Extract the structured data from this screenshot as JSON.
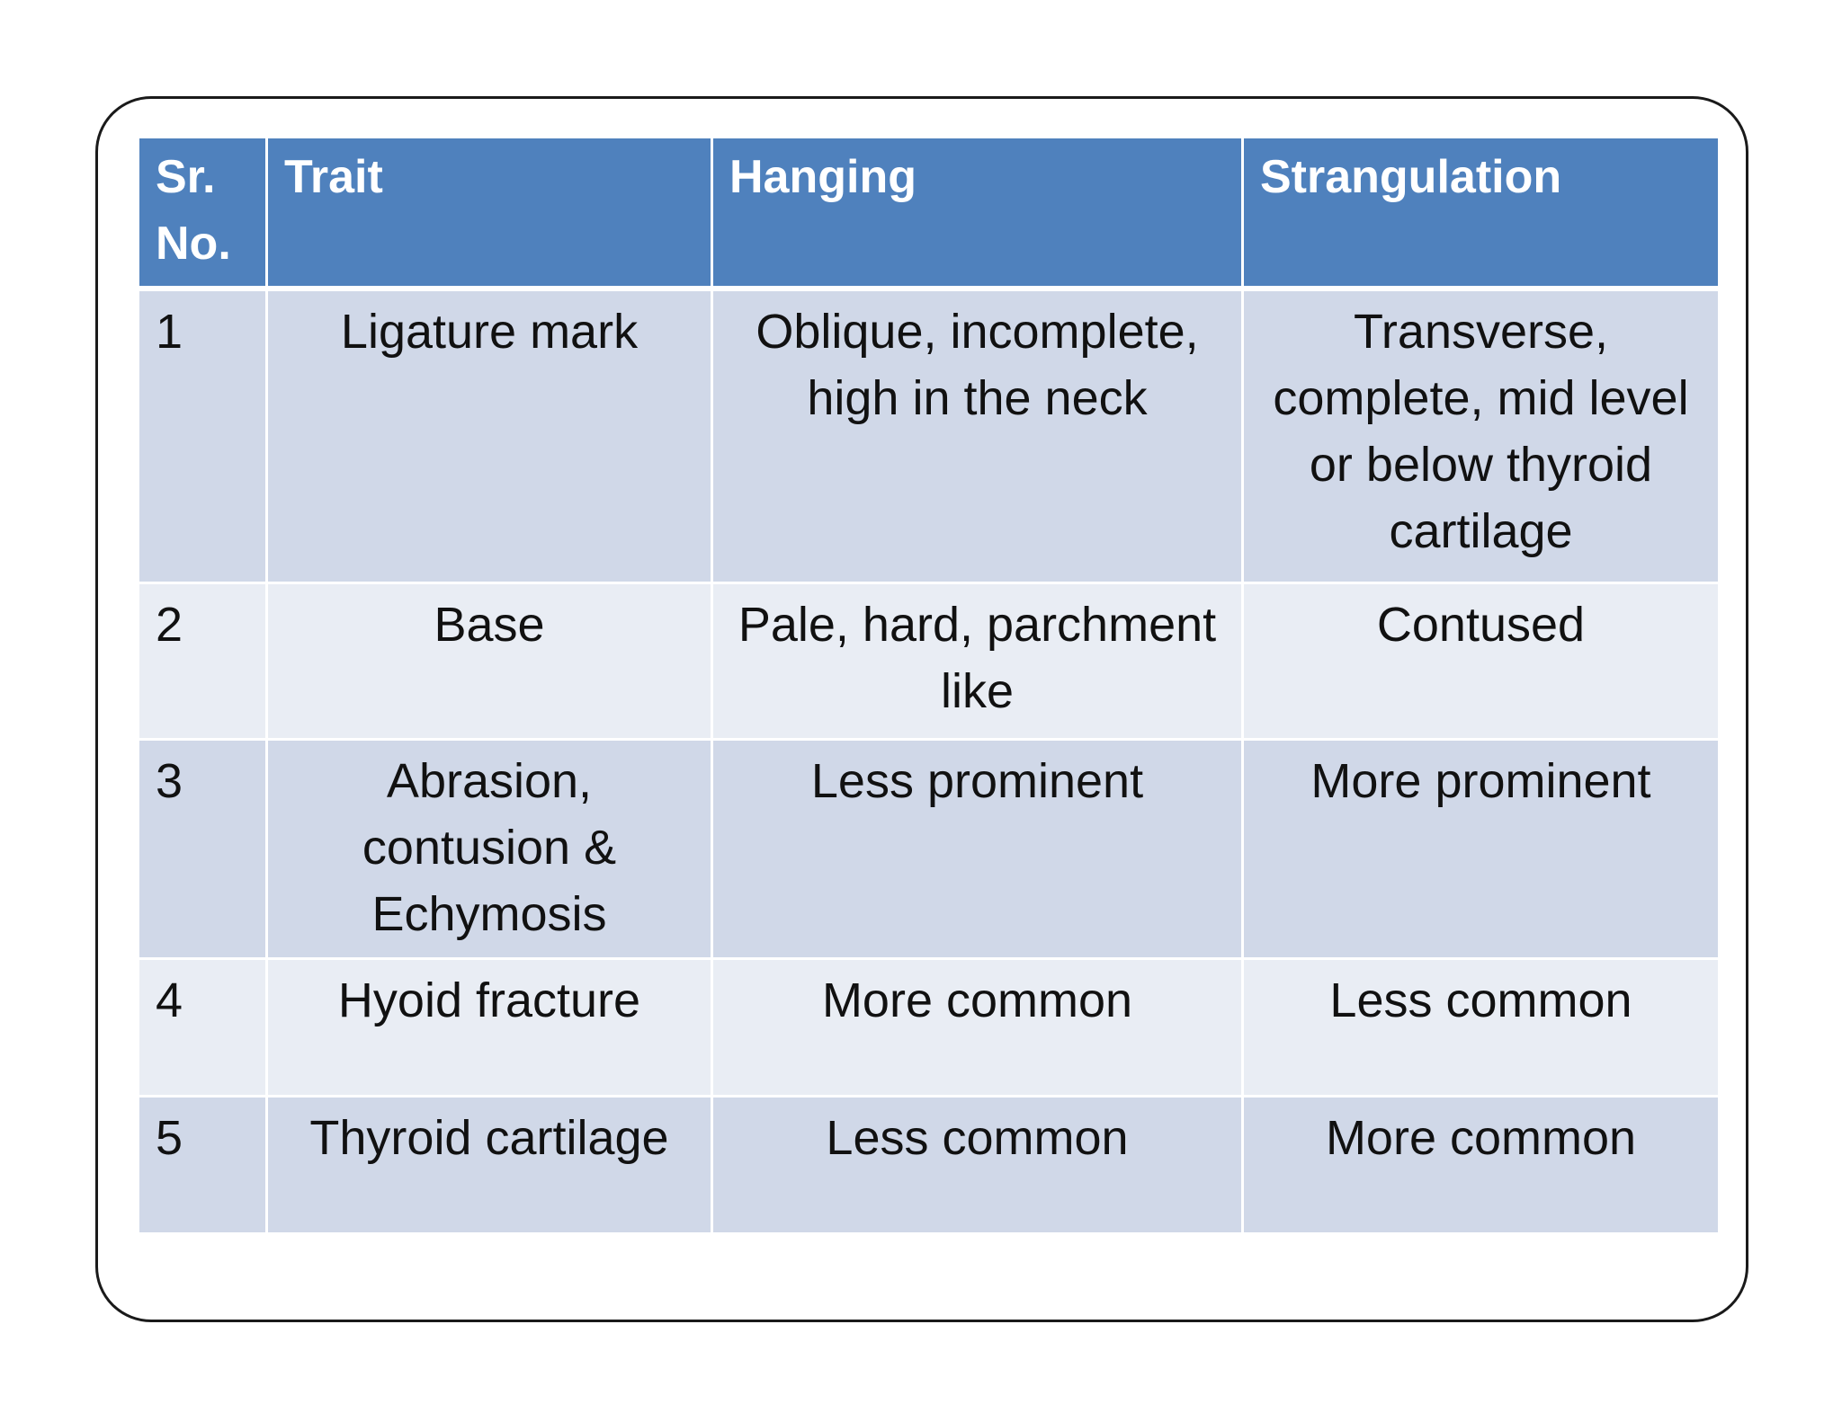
{
  "table": {
    "headers": [
      "Sr. No.",
      "Trait",
      "Hanging",
      "Strangulation"
    ],
    "rows": [
      {
        "sr": "1",
        "trait": "Ligature mark",
        "hanging": "Oblique, incomplete, high in the neck",
        "strangulation": "Transverse, complete, mid level or below thyroid cartilage"
      },
      {
        "sr": "2",
        "trait": "Base",
        "hanging": "Pale, hard, parchment like",
        "strangulation": "Contused"
      },
      {
        "sr": "3",
        "trait": "Abrasion, contusion & Echymosis",
        "hanging": "Less prominent",
        "strangulation": "More prominent"
      },
      {
        "sr": "4",
        "trait": "Hyoid fracture",
        "hanging": "More common",
        "strangulation": "Less common"
      },
      {
        "sr": "5",
        "trait": "Thyroid cartilage",
        "hanging": "Less common",
        "strangulation": "More common"
      }
    ]
  },
  "colors": {
    "header_bg": "#4f81bd",
    "row_odd_bg": "#d0d8e8",
    "row_even_bg": "#e9edf4",
    "frame_border": "#1a1a1a"
  }
}
